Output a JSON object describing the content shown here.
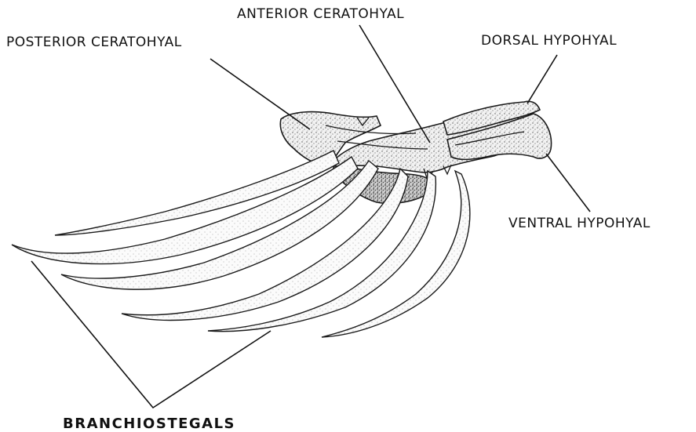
{
  "labels": {
    "anterior_ceratohyal": "ANTERIOR CERATOHYAL",
    "posterior_ceratohyal": "POSTERIOR CERATOHYAL",
    "dorsal_hypohyal": "DORSAL HYPOHYAL",
    "ventral_hypohyal": "VENTRAL HYPOHYAL",
    "branchiostegals": "BRANCHIOSTEGALS"
  },
  "colors": {
    "ink": "#111111",
    "stipple": "#555555",
    "background": "#ffffff"
  }
}
